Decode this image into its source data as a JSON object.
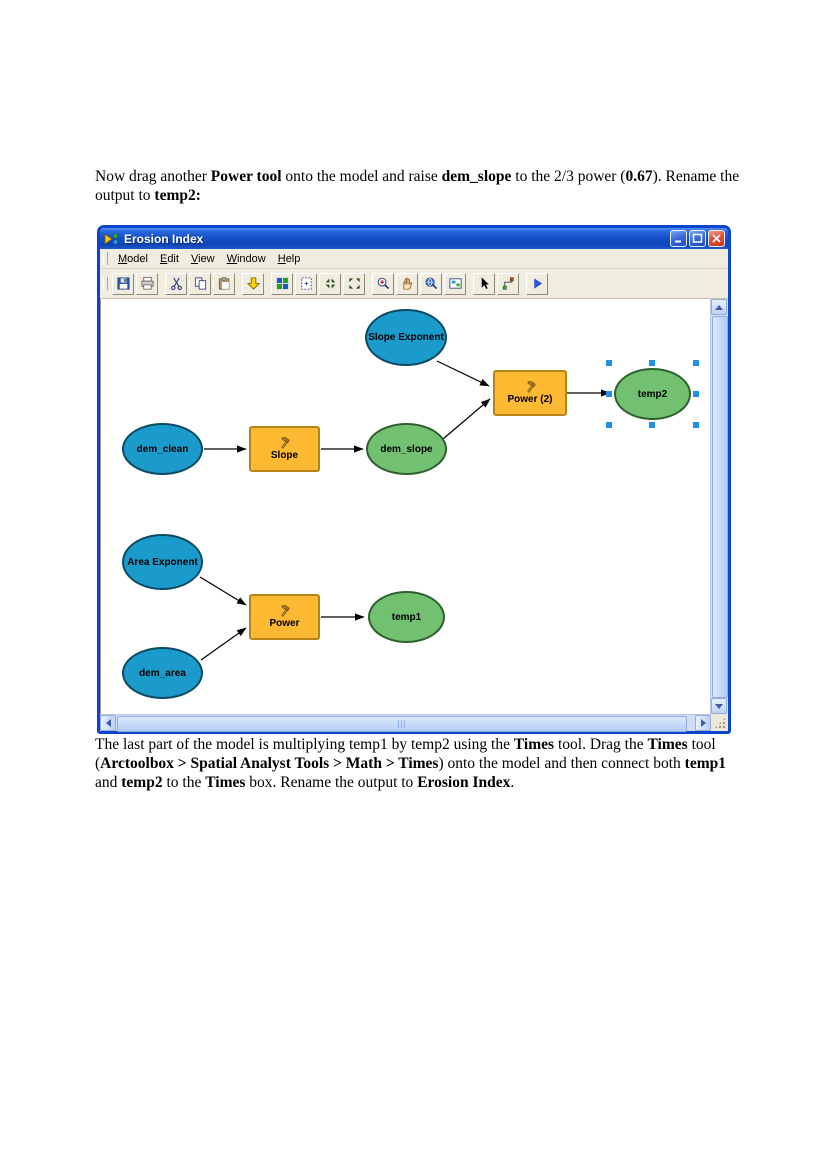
{
  "page": {
    "intro": {
      "segments": [
        "Now drag another ",
        "Power tool",
        " onto the model and raise ",
        "dem_slope",
        " to the 2/3 power (",
        "0.67",
        "). Rename the output to ",
        "temp2:"
      ]
    },
    "closing": {
      "segments": [
        "The last part of the model is multiplying temp1 by temp2 using the ",
        "Times",
        " tool. Drag the ",
        "Times",
        " tool (",
        "Arctoolbox > Spatial Analyst Tools > Math > Times",
        ") onto the model and then connect both ",
        "temp1",
        " and ",
        "temp2",
        " to the ",
        "Times",
        " box. Rename the output to ",
        "Erosion Index",
        "."
      ]
    }
  },
  "window": {
    "title": "Erosion Index",
    "controls": [
      "minimize",
      "maximize",
      "close"
    ],
    "menu": {
      "items": [
        "Model",
        "Edit",
        "View",
        "Window",
        "Help"
      ]
    },
    "toolbar": {
      "buttons": [
        "save",
        "print",
        "cut",
        "copy",
        "paste",
        "add-data",
        "auto-layout",
        "full-extent",
        "fixed-zoom-in",
        "fixed-zoom-out",
        "zoom-in",
        "pan",
        "zoom-full",
        "overview-window",
        "select",
        "add-connection",
        "run"
      ]
    }
  },
  "model": {
    "nodes": [
      {
        "label": "Slope Exponent",
        "type": "input-variable"
      },
      {
        "label": "Power (2)",
        "type": "tool"
      },
      {
        "label": "temp2",
        "type": "derived-data",
        "selected": true
      },
      {
        "label": "dem_clean",
        "type": "input-variable"
      },
      {
        "label": "Slope",
        "type": "tool"
      },
      {
        "label": "dem_slope",
        "type": "derived-data"
      },
      {
        "label": "Area Exponent",
        "type": "input-variable"
      },
      {
        "label": "Power",
        "type": "tool"
      },
      {
        "label": "temp1",
        "type": "derived-data"
      },
      {
        "label": "dem_area",
        "type": "input-variable"
      }
    ],
    "connections": [
      {
        "from": "Slope Exponent",
        "to": "Power (2)"
      },
      {
        "from": "dem_slope",
        "to": "Power (2)"
      },
      {
        "from": "Power (2)",
        "to": "temp2"
      },
      {
        "from": "dem_clean",
        "to": "Slope"
      },
      {
        "from": "Slope",
        "to": "dem_slope"
      },
      {
        "from": "Area Exponent",
        "to": "Power"
      },
      {
        "from": "dem_area",
        "to": "Power"
      },
      {
        "from": "Power",
        "to": "temp1"
      }
    ],
    "colors": {
      "input_variable": "#1B9BCB",
      "derived_data": "#71C171",
      "tool": "#FCB931",
      "selection_handle": "#1F8FE7",
      "titlebar_blue": "#1450C8"
    }
  }
}
